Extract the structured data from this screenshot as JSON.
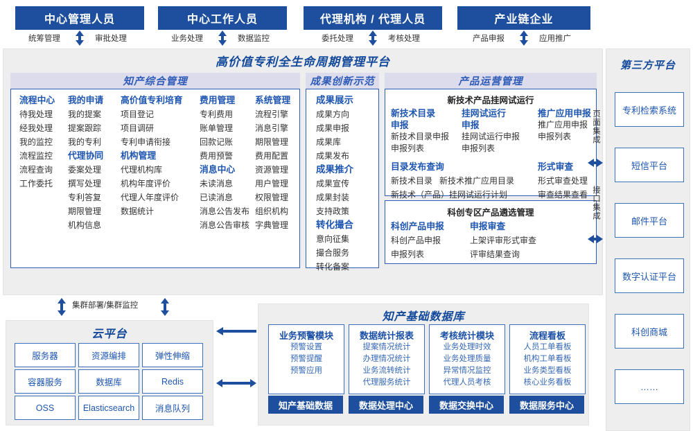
{
  "roles": [
    {
      "title": "中心管理人员",
      "left": "统筹管理",
      "right": "审批处理"
    },
    {
      "title": "中心工作人员",
      "left": "业务处理",
      "right": "数据监控"
    },
    {
      "title": "代理机构 / 代理人员",
      "left": "委托处理",
      "right": "考核处理"
    },
    {
      "title": "产业链企业",
      "left": "产品申报",
      "right": "应用推广"
    }
  ],
  "platform": {
    "title": "高价值专利全生命周期管理平台",
    "sections": {
      "zhichan": {
        "band": "知产综合管理",
        "columns": [
          {
            "blocks": [
              {
                "head": "流程中心",
                "items": [
                  "待我处理",
                  "经我处理",
                  "我的监控",
                  "流程监控",
                  "流程查询",
                  "工作委托"
                ]
              }
            ]
          },
          {
            "blocks": [
              {
                "head": "我的申请",
                "items": [
                  "我的提案",
                  "提案跟踪",
                  "我的专利"
                ]
              },
              {
                "head": "代理协同",
                "items": [
                  "委案处理",
                  "撰写处理",
                  "专利答复",
                  "期限管理",
                  "机构信息"
                ]
              }
            ]
          },
          {
            "blocks": [
              {
                "head": "高价值专利培育",
                "items": [
                  "项目登记",
                  "项目调研",
                  "专利申请衔接"
                ]
              },
              {
                "head": "机构管理",
                "items": [
                  "代理机构库",
                  "机构年度评价",
                  "代理人年度评价",
                  "数据统计"
                ]
              }
            ]
          },
          {
            "blocks": [
              {
                "head": "费用管理",
                "items": [
                  "专利费用",
                  "账单管理",
                  "回款记账",
                  "费用预警"
                ]
              },
              {
                "head": "消息中心",
                "items": [
                  "未读消息",
                  "已读消息",
                  "消息公告发布",
                  "消息公告审核"
                ]
              }
            ]
          },
          {
            "blocks": [
              {
                "head": "系统管理",
                "items": [
                  "流程引擎",
                  "消息引擎",
                  "期限管理",
                  "费用配置",
                  "资源管理",
                  "用户管理",
                  "权限管理",
                  "组织机构",
                  "字典管理"
                ]
              }
            ]
          }
        ]
      },
      "chengguo": {
        "band": "成果创新示范",
        "blocks": [
          {
            "head": "成果展示",
            "items": [
              "成果方向",
              "成果申报",
              "成果库",
              "成果发布"
            ]
          },
          {
            "head": "成果推介",
            "items": [
              "成果宣传",
              "成果封装",
              "支持政策"
            ]
          },
          {
            "head": "转化撮合",
            "items": [
              "意向征集",
              "撮合服务",
              "转化备案"
            ]
          }
        ]
      },
      "chanpin": {
        "band": "产品运营管理",
        "box1": {
          "title": "新技术产品挂网试运行",
          "columns": [
            {
              "head": "新技术目录\n申报",
              "items": [
                "新技术目录申报",
                "申报列表"
              ]
            },
            {
              "head": "挂网试运行\n申报",
              "items": [
                "挂网试运行申报",
                "申报列表"
              ]
            },
            {
              "head": "推广应用申报",
              "items": [
                "推广应用申报",
                "申报列表"
              ]
            }
          ],
          "row2": {
            "left_head": "目录发布查询",
            "left_items": [
              "新技术目录",
              "新技术推广应用目录",
              "新技术（产品）挂网试运行计划"
            ],
            "right_head": "形式审查",
            "right_items": [
              "形式审查处理",
              "审查结果查看"
            ]
          }
        },
        "box2": {
          "title": "科创专区产品遴选管理",
          "columns": [
            {
              "head": "科创产品申报",
              "items": [
                "科创产品申报",
                "申报列表"
              ]
            },
            {
              "head": "申报审查",
              "items": [
                "上架评审形式审查",
                "评审结果查询"
              ]
            }
          ]
        }
      }
    }
  },
  "rail": {
    "page_integration": "页面集成",
    "api_integration": "接口集成"
  },
  "third_party": {
    "title": "第三方平台",
    "items": [
      "专利检索系统",
      "短信平台",
      "邮件平台",
      "数字认证平台",
      "科创商城",
      "……"
    ]
  },
  "cloud": {
    "cluster_label": "集群部署/集群监控",
    "title": "云平台",
    "cells": [
      "服务器",
      "资源编排",
      "弹性伸缩",
      "容器服务",
      "数据库",
      "Redis",
      "OSS",
      "Elasticsearch",
      "消息队列"
    ]
  },
  "database": {
    "title": "知产基础数据库",
    "columns": [
      {
        "head": "业务预警模块",
        "items": [
          "预警设置",
          "预警提醒",
          "预警应用"
        ],
        "foot": "知产基础数据"
      },
      {
        "head": "数据统计报表",
        "items": [
          "提案情况统计",
          "办理情况统计",
          "业务流转统计",
          "代理服务统计"
        ],
        "foot": "数据处理中心"
      },
      {
        "head": "考核统计模块",
        "items": [
          "业务处理时效",
          "业务处理质量",
          "异常情况监控",
          "代理人员考核"
        ],
        "foot": "数据交换中心"
      },
      {
        "head": "流程看板",
        "items": [
          "人员工单看板",
          "机构工单看板",
          "业务类型看板",
          "核心业务看板"
        ],
        "foot": "数据服务中心"
      }
    ]
  },
  "colors": {
    "brand_blue": "#1d4f9e",
    "band_lavender": "#dcdcec",
    "panel_grey": "#eeeeee",
    "accent_border": "#2e5bb8"
  }
}
